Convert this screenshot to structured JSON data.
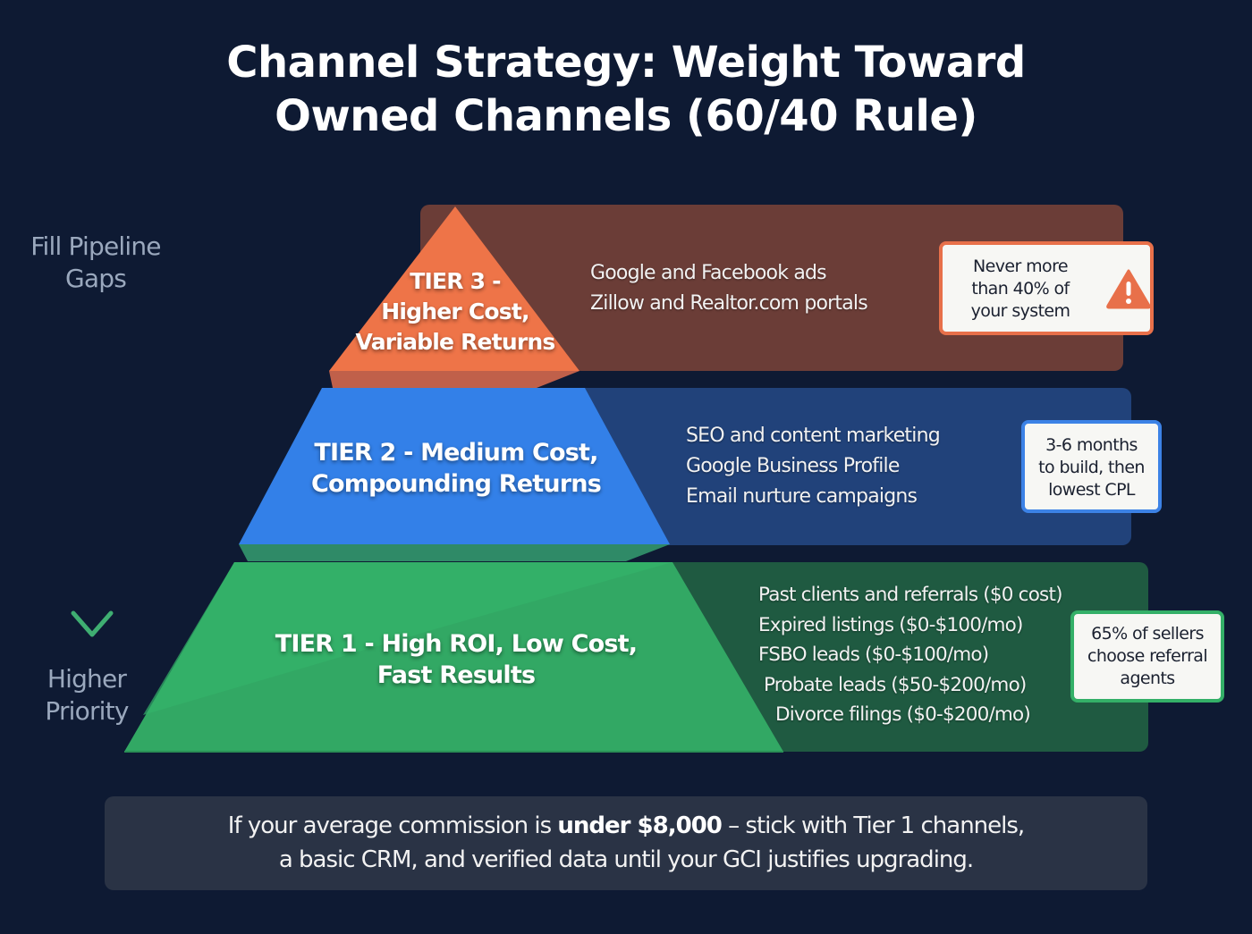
{
  "title": {
    "line1": "Channel Strategy: Weight Toward",
    "line2": "Owned Channels (60/40 Rule)"
  },
  "side_axis": {
    "top_label_line1": "Fill Pipeline",
    "top_label_line2": "Gaps",
    "bottom_label_line1": "Higher",
    "bottom_label_line2": "Priority",
    "arrow_icon": "arrow-down-icon",
    "arrow_colors": {
      "top": "#8797b0",
      "bottom": "#3fae72"
    }
  },
  "tiers": [
    {
      "id": "tier-3",
      "label_line1": "TIER 3 -",
      "label_line2": "Higher Cost,",
      "label_line3": "Variable Returns",
      "color": "#ee7448",
      "band_color": "#6b3d37",
      "items": [
        "Google and Facebook ads",
        "Zillow and Realtor.com portals"
      ],
      "callout": {
        "line1": "Never more",
        "line2": "than 40% of",
        "line3": "your system",
        "icon": "warning-icon",
        "border_color": "#e8704a"
      }
    },
    {
      "id": "tier-2",
      "label_line1": "TIER 2 - Medium Cost,",
      "label_line2": "Compounding Returns",
      "color": "#3380e8",
      "band_color": "#21427a",
      "items": [
        "SEO and content marketing",
        "Google Business Profile",
        "Email nurture campaigns"
      ],
      "callout": {
        "line1": "3-6 months",
        "line2": "to build, then",
        "line3": "lowest CPL",
        "border_color": "#3c82e6"
      }
    },
    {
      "id": "tier-1",
      "label_line1": "TIER 1 - High ROI, Low Cost,",
      "label_line2": "Fast Results",
      "color": "#2fb366",
      "band_color": "#1f5a41",
      "items": [
        "Past clients and referrals ($0 cost)",
        "Expired listings ($0-$100/mo)",
        "FSBO leads ($0-$100/mo)",
        "Probate leads ($50-$200/mo)",
        "Divorce filings ($0-$200/mo)"
      ],
      "callout": {
        "line1": "65% of sellers",
        "line2": "choose referral",
        "line3": "agents",
        "border_color": "#34b068"
      }
    }
  ],
  "footer": {
    "pre": "If your average commission is ",
    "bold": "under $8,000",
    "post": " – stick with Tier 1 channels,",
    "line2": "a basic CRM, and verified data until your GCI justifies upgrading."
  }
}
